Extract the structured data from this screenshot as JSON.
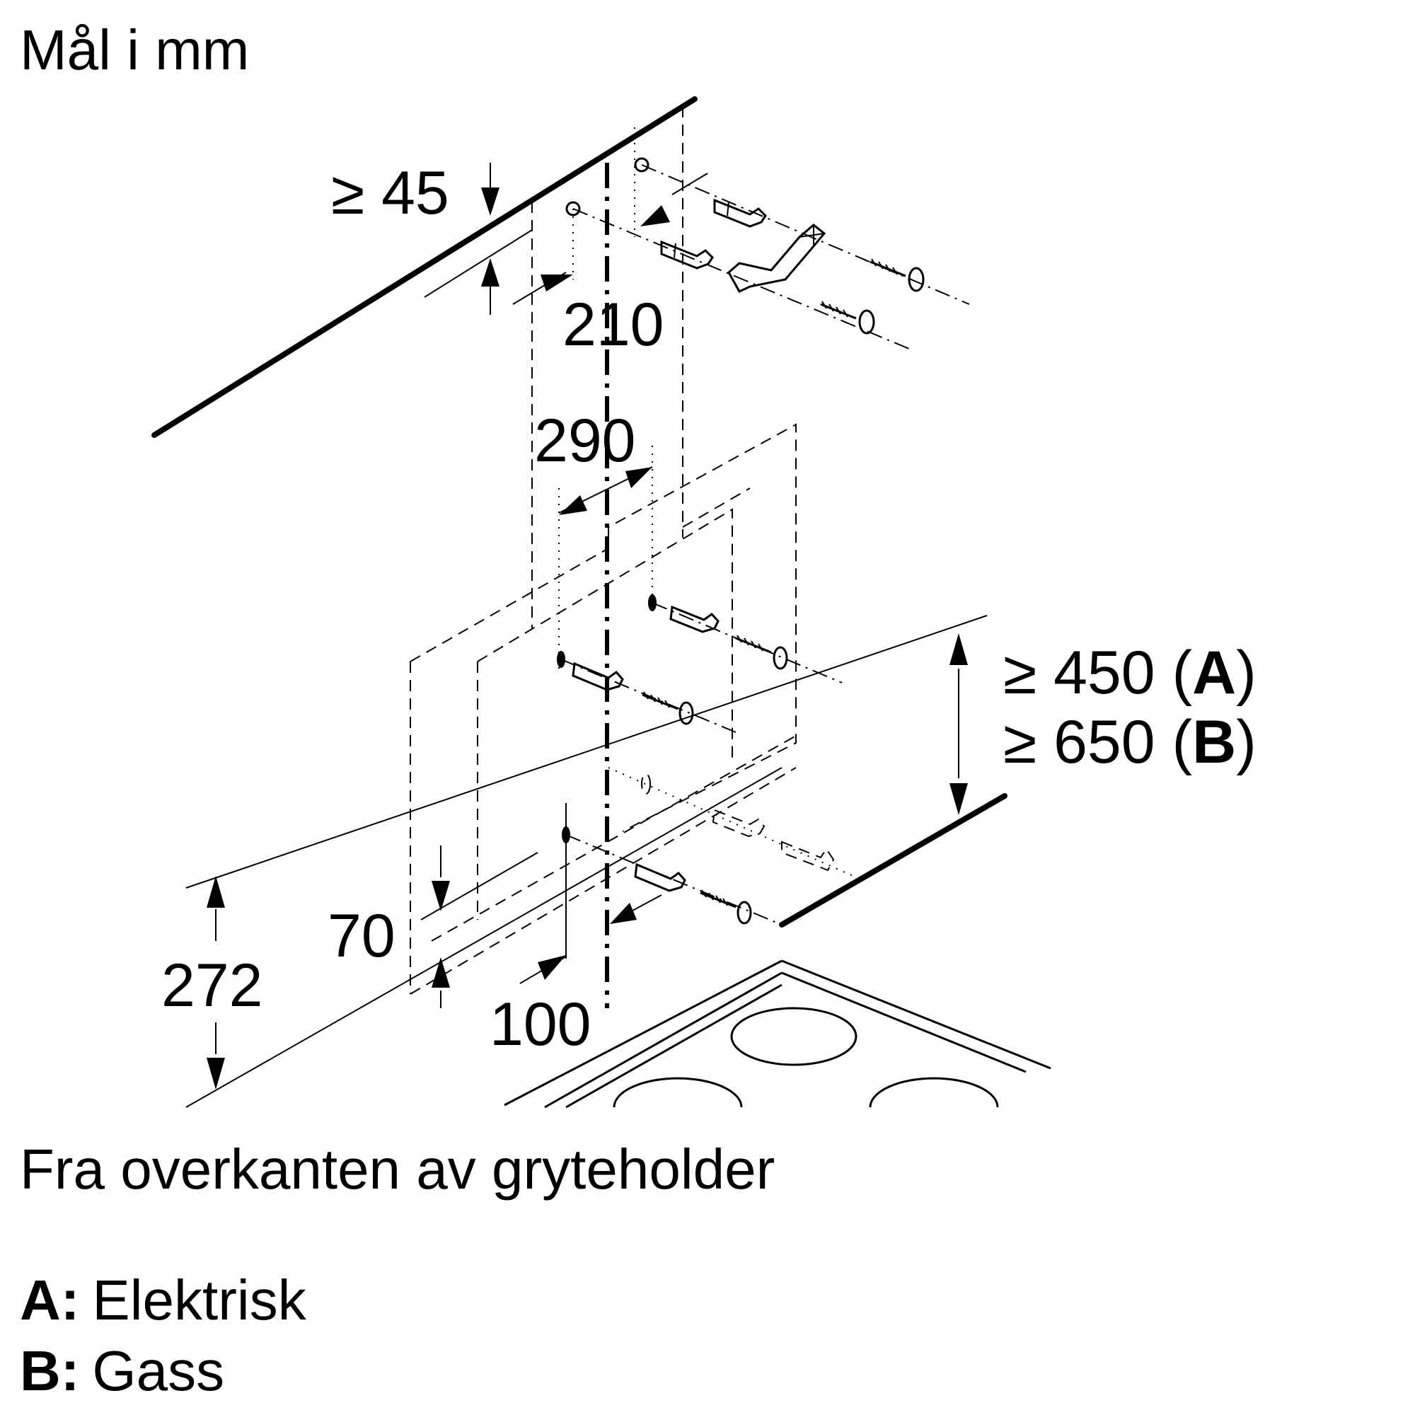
{
  "title": "Mål i mm",
  "dimensions": {
    "top_clearance": "≥ 45",
    "hole_spacing_top": "210",
    "hole_spacing_mid": "290",
    "height_a": "≥ 450 (",
    "height_a_letter": "A",
    "height_a_close": ")",
    "height_b": "≥ 650 (",
    "height_b_letter": "B",
    "height_b_close": ")",
    "lower_70": "70",
    "lower_100": "100",
    "lower_272": "272"
  },
  "caption": "Fra overkanten av gryteholder",
  "legend": [
    {
      "key": "A:",
      "label": "Elektrisk"
    },
    {
      "key": "B:",
      "label": "Gass"
    }
  ]
}
